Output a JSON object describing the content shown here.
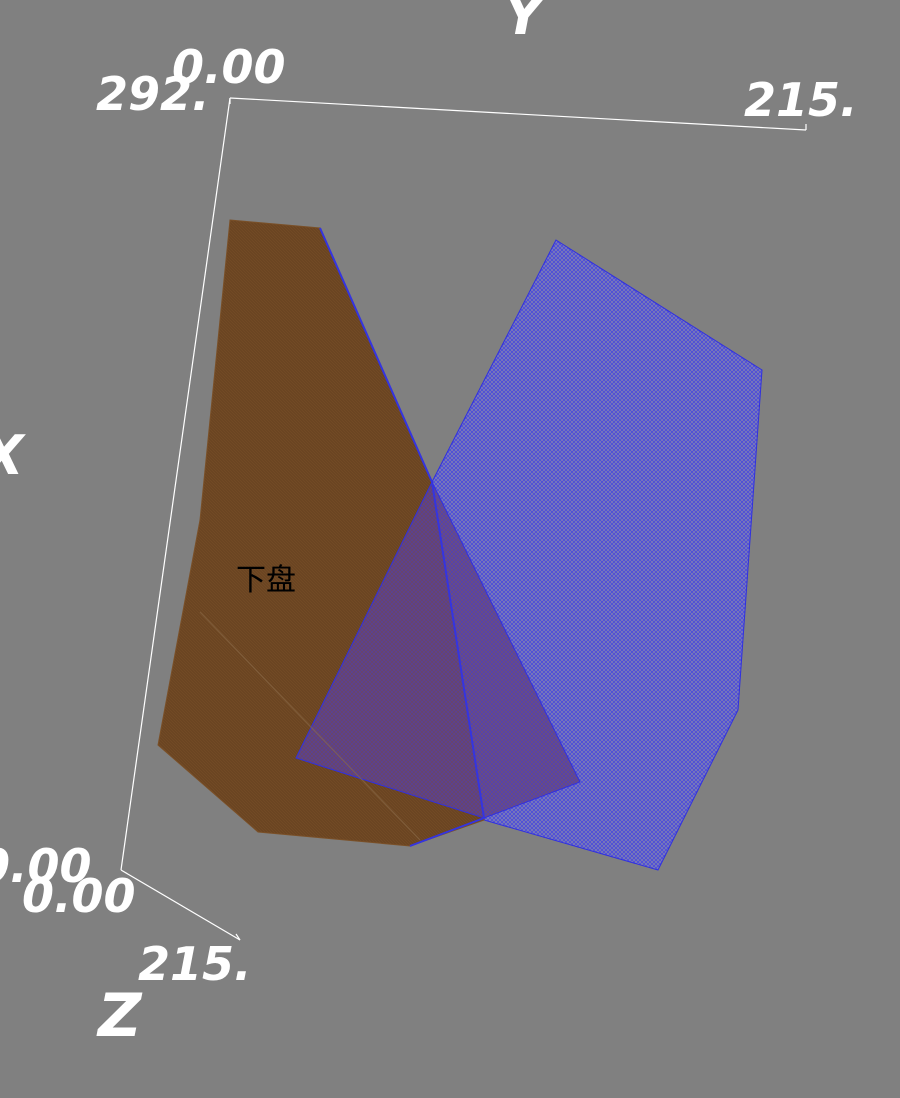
{
  "scene": {
    "background_color": "#808080",
    "axis_color": "#ffffff",
    "axes": {
      "x": {
        "label": "X"
      },
      "y": {
        "label": "Y",
        "range": [
          0.0,
          215.0
        ],
        "tick_start": "0.00",
        "tick_end": "215."
      },
      "z": {
        "label": "Z",
        "range": [
          0.0,
          215.0
        ],
        "tick_start": "0.00",
        "tick_end": "215."
      },
      "x_ticks": {
        "tick_start": "0.00",
        "tick_end": "292."
      }
    }
  },
  "surfaces": [
    {
      "name": "下盘",
      "label": "下盘",
      "color": "#6b4522",
      "edge_color": "#8a5a2e"
    },
    {
      "name": "blue-surface",
      "label": "",
      "color": "#6a6ad0",
      "edge_color": "#3030e0"
    }
  ]
}
